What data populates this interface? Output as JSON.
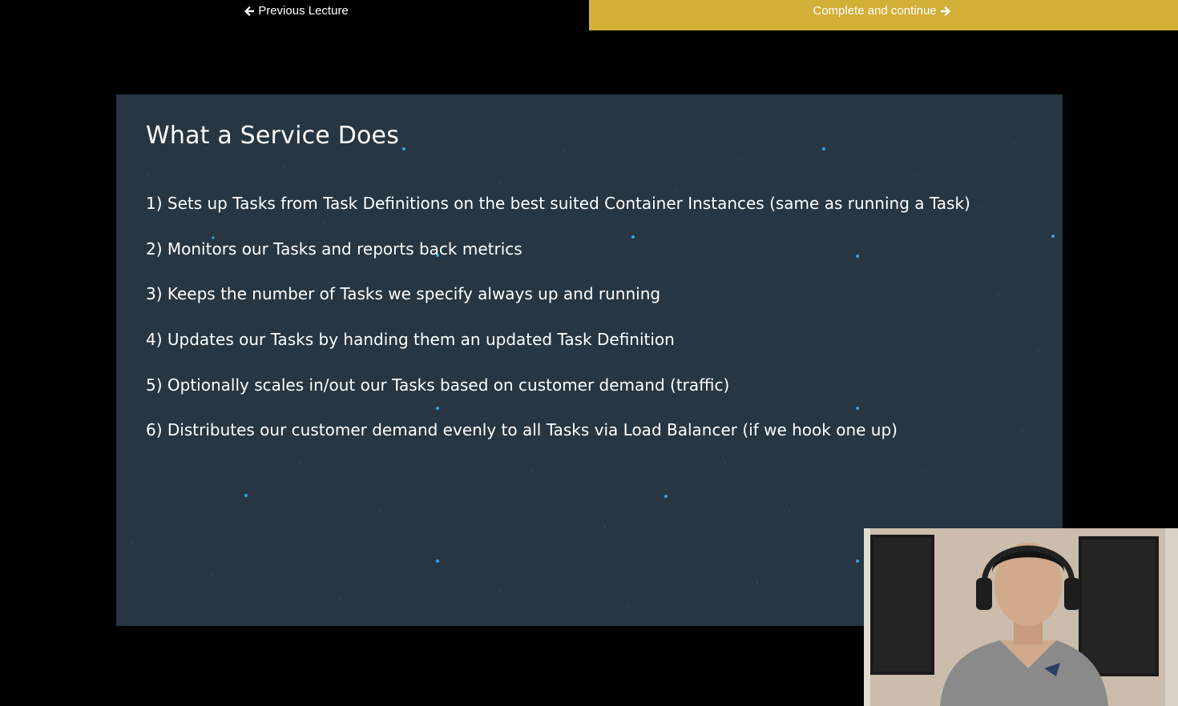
{
  "nav": {
    "prev_label": "Previous Lecture",
    "next_label": "Complete and continue",
    "accent_color": "#d4af37"
  },
  "slide": {
    "title": "What a Service Does",
    "background": "#263642",
    "points": [
      "1) Sets up Tasks from Task Definitions on the best suited Container Instances (same as running a Task)",
      "2) Monitors our Tasks and reports back metrics",
      "3) Keeps the number of Tasks we specify always up and running",
      "4) Updates our Tasks by handing them an updated Task Definition",
      "5) Optionally scales in/out our Tasks based on customer demand (traffic)",
      "6) Distributes our customer demand evenly to all Tasks via Load Balancer (if we hook one up)"
    ]
  },
  "icons": {
    "prev": "arrow-left-icon",
    "next": "arrow-right-icon"
  }
}
